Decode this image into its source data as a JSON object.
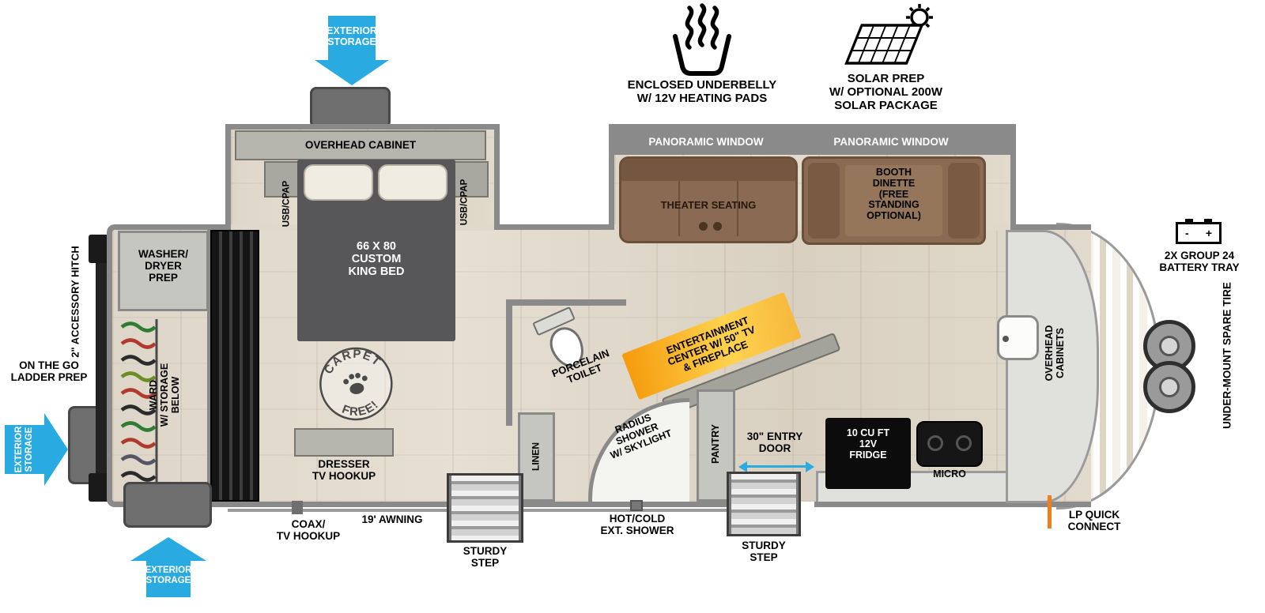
{
  "callouts": {
    "exterior_storage_top": "EXTERIOR\nSTORAGE",
    "exterior_storage_left": "EXTERIOR\nSTORAGE",
    "exterior_storage_bottom": "EXTERIOR\nSTORAGE",
    "underbelly": "ENCLOSED UNDERBELLY\nW/ 12V HEATING PADS",
    "solar": "SOLAR PREP\nW/ OPTIONAL 200W\nSOLAR PACKAGE",
    "battery": "2X GROUP 24\nBATTERY TRAY",
    "battery_minus": "-",
    "battery_plus": "+",
    "spare_tire": "UNDER-MOUNT SPARE TIRE",
    "hitch": "2\" ACCESSORY HITCH",
    "ladder": "ON THE GO\nLADDER PREP",
    "lp_connect": "LP QUICK\nCONNECT",
    "awning": "19' AWNING",
    "coax": "COAX/\nTV HOOKUP",
    "ext_shower": "HOT/COLD\nEXT. SHOWER",
    "step_left": "STURDY\nSTEP",
    "step_right": "STURDY\nSTEP",
    "entry_door": "30\" ENTRY\nDOOR"
  },
  "bedroom": {
    "overhead_cabinet": "OVERHEAD CABINET",
    "usb_left": "USB/CPAP",
    "usb_right": "USB/CPAP",
    "bed": "66 X 80\nCUSTOM\nKING BED",
    "dresser": "DRESSER\nTV HOOKUP",
    "carpet_top": "CARPET",
    "carpet_bottom": "FREE!"
  },
  "rear": {
    "washer": "WASHER/\nDRYER\nPREP",
    "ward": "WARD\nW/ STORAGE\nBELOW"
  },
  "living": {
    "window_left": "PANORAMIC WINDOW",
    "window_right": "PANORAMIC WINDOW",
    "theater": "THEATER SEATING",
    "dinette": "BOOTH\nDINETTE\n(FREE\nSTANDING\nOPTIONAL)",
    "entertainment": "ENTERTAINMENT\nCENTER W/ 50\" TV\n& FIREPLACE"
  },
  "bath": {
    "toilet": "PORCELAIN\nTOILET",
    "shower": "RADIUS\nSHOWER\nW/ SKYLIGHT",
    "linen": "LINEN"
  },
  "kitchen": {
    "pantry": "PANTRY",
    "fridge": "10 CU FT\n12V\nFRIDGE",
    "micro": "MICRO",
    "overhead": "OVERHEAD\nCABINETS"
  },
  "colors": {
    "arrow_blue": "#29abe2",
    "accent_orange": "#f59a0c",
    "wall_gray": "#8a8a8a",
    "furniture_brown": "#8a6a52",
    "floor_wood": "#ded6c8"
  }
}
